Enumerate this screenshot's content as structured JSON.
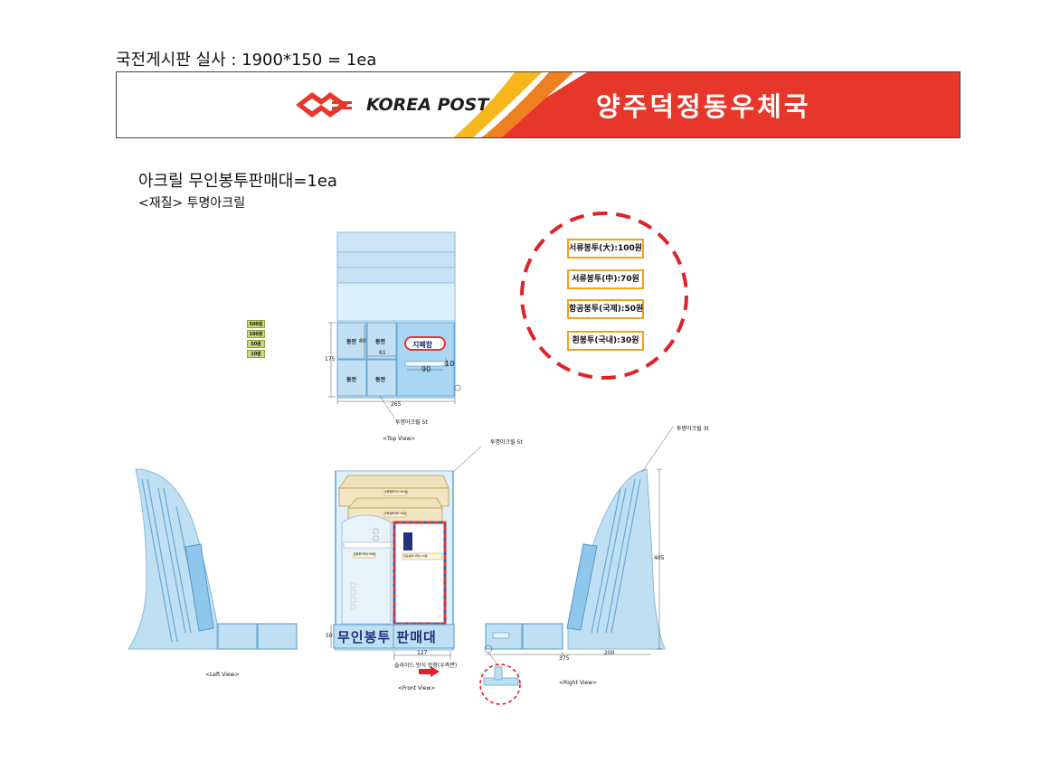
{
  "header": {
    "title": "국전게시판 실사 : 1900*150 = 1ea"
  },
  "banner": {
    "logo_text": "KOREA POST",
    "office_name": "양주덕정동우체국"
  },
  "product": {
    "title": "아크릴 무인봉투판매대=1ea",
    "material": "<재질> 투명아크릴"
  },
  "coin_badges": [
    "500원",
    "100원",
    "50원",
    "10원"
  ],
  "price_tags": [
    "서류봉투(大):100원",
    "서류봉투(中):70원",
    "항공봉투(국제):50원",
    "흰봉투(국내):30원"
  ],
  "top_view": {
    "cells": [
      "동전",
      "동전",
      "동전",
      "동전"
    ],
    "bill_label": "지폐함",
    "dims": {
      "cell_h": "80",
      "cell_w": "61",
      "height": "175",
      "width": "265",
      "slot_w": "90",
      "slot_h": "10"
    },
    "note": "투명아크릴 5t",
    "caption": "<Top View>"
  },
  "front_view": {
    "note": "투명아크릴 5t",
    "sign_text": "무인봉투 판매대",
    "dims": {
      "base_h": "50",
      "slot_w": "127"
    },
    "slide_note": "슬라이드 방식 방향(우측면)",
    "caption": "<Front View>",
    "shelf_labels": [
      "서류봉투(大):100원",
      "서류봉투(中):70원",
      "흰봉투(국내):30원",
      "항공봉투(국제):50원"
    ]
  },
  "left_view": {
    "caption": "<Left View>"
  },
  "right_view": {
    "note": "투명아크릴 3t",
    "dims": {
      "height": "405",
      "depth": "375",
      "base_w": "200"
    },
    "caption": "<Right View>"
  },
  "colors": {
    "red": "#e7372a",
    "yellow": "#f6b61c",
    "orange": "#ef8021",
    "acrylic": "#bfe0f3",
    "acrylic_edge": "#6aa8d6",
    "navy": "#22317a"
  }
}
